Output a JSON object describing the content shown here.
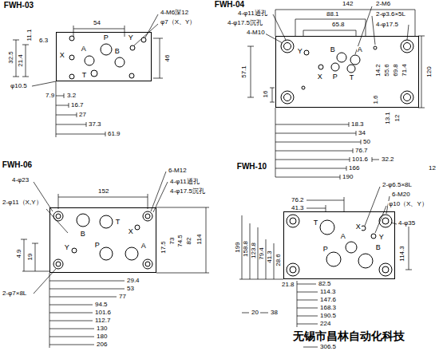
{
  "diagram": {
    "nodes": [
      {
        "text": [
          "FWH-03",
          "P",
          "Y",
          "X",
          "A",
          "B",
          "T"
        ]
      },
      {
        "text": [
          "FWH-04",
          "Y",
          "B",
          "A",
          "X",
          "P",
          "T"
        ]
      },
      {
        "text": [
          "FWH-06",
          "B",
          "T",
          "X",
          "Y",
          "P",
          "A"
        ]
      },
      {
        "text": [
          "FWH-10",
          "T",
          "X",
          "Y",
          "A",
          "P",
          "B"
        ]
      }
    ],
    "labels": [
      "54",
      "4-M6深12",
      "φ7（X、Y）",
      "11.1",
      "6.3",
      "32.5",
      "21.4",
      "46",
      "φ10.5",
      "7.9",
      "3.2",
      "16.7",
      "27",
      "37.3",
      "61.9",
      "142",
      "88.1",
      "65.8",
      "2-M6",
      "2-φ3.6×5L",
      "4-φ17.5",
      "4-φ11通孔",
      "4-φ17.5沉孔",
      "4-M10",
      "57.1",
      "16",
      "14.2",
      "55.6",
      "69.8",
      "71.4",
      "120",
      "1.6",
      "13.1",
      "12",
      "18.3",
      "34",
      "50",
      "76.7",
      "101.6",
      "32.2",
      "166",
      "12",
      "190",
      "4-φ23",
      "152",
      "6-M12",
      "4-φ11通孔",
      "4-φ17.5沉孔",
      "2-φ11（X,Y）",
      "4.9",
      "19",
      "17.5",
      "73",
      "74.5",
      "82",
      "114",
      "2-φ7×8L",
      "29.4",
      "53",
      "77",
      "94.5",
      "101.6",
      "112.7",
      "130",
      "180",
      "206",
      "2-φ6.5×8L",
      "6-M20",
      "φ10（X、Y）",
      "4-φ35",
      "76.2",
      "41.3",
      "199",
      "158.8",
      "123.8",
      "79.4",
      "41.3",
      "28.6",
      "114.3",
      "21.8",
      "82.5",
      "114.3",
      "147.6",
      "168.3",
      "190.5",
      "20",
      "38",
      "224",
      "306.5",
      "无锡市昌林自动化科技"
    ]
  }
}
